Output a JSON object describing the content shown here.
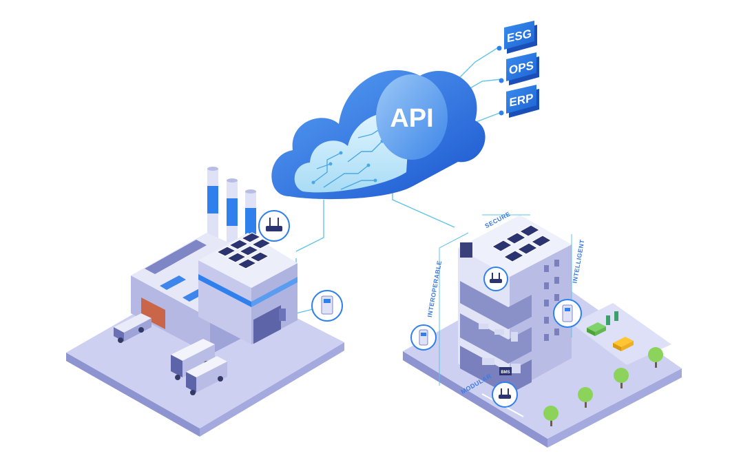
{
  "cloud": {
    "label": "API"
  },
  "integrations": [
    {
      "label": "ESG"
    },
    {
      "label": "OPS"
    },
    {
      "label": "ERP"
    }
  ],
  "building": {
    "labels": {
      "top": "SECURE",
      "left": "INTEROPERABLE",
      "right": "INTELLIGENT",
      "bottom": "MODULAR"
    },
    "unit_label": "BMS"
  },
  "colors": {
    "accent": "#2f80ed",
    "cloud_dark": "#1f62d6",
    "connector": "#5fc4e6",
    "platform": "#c9cdee"
  }
}
